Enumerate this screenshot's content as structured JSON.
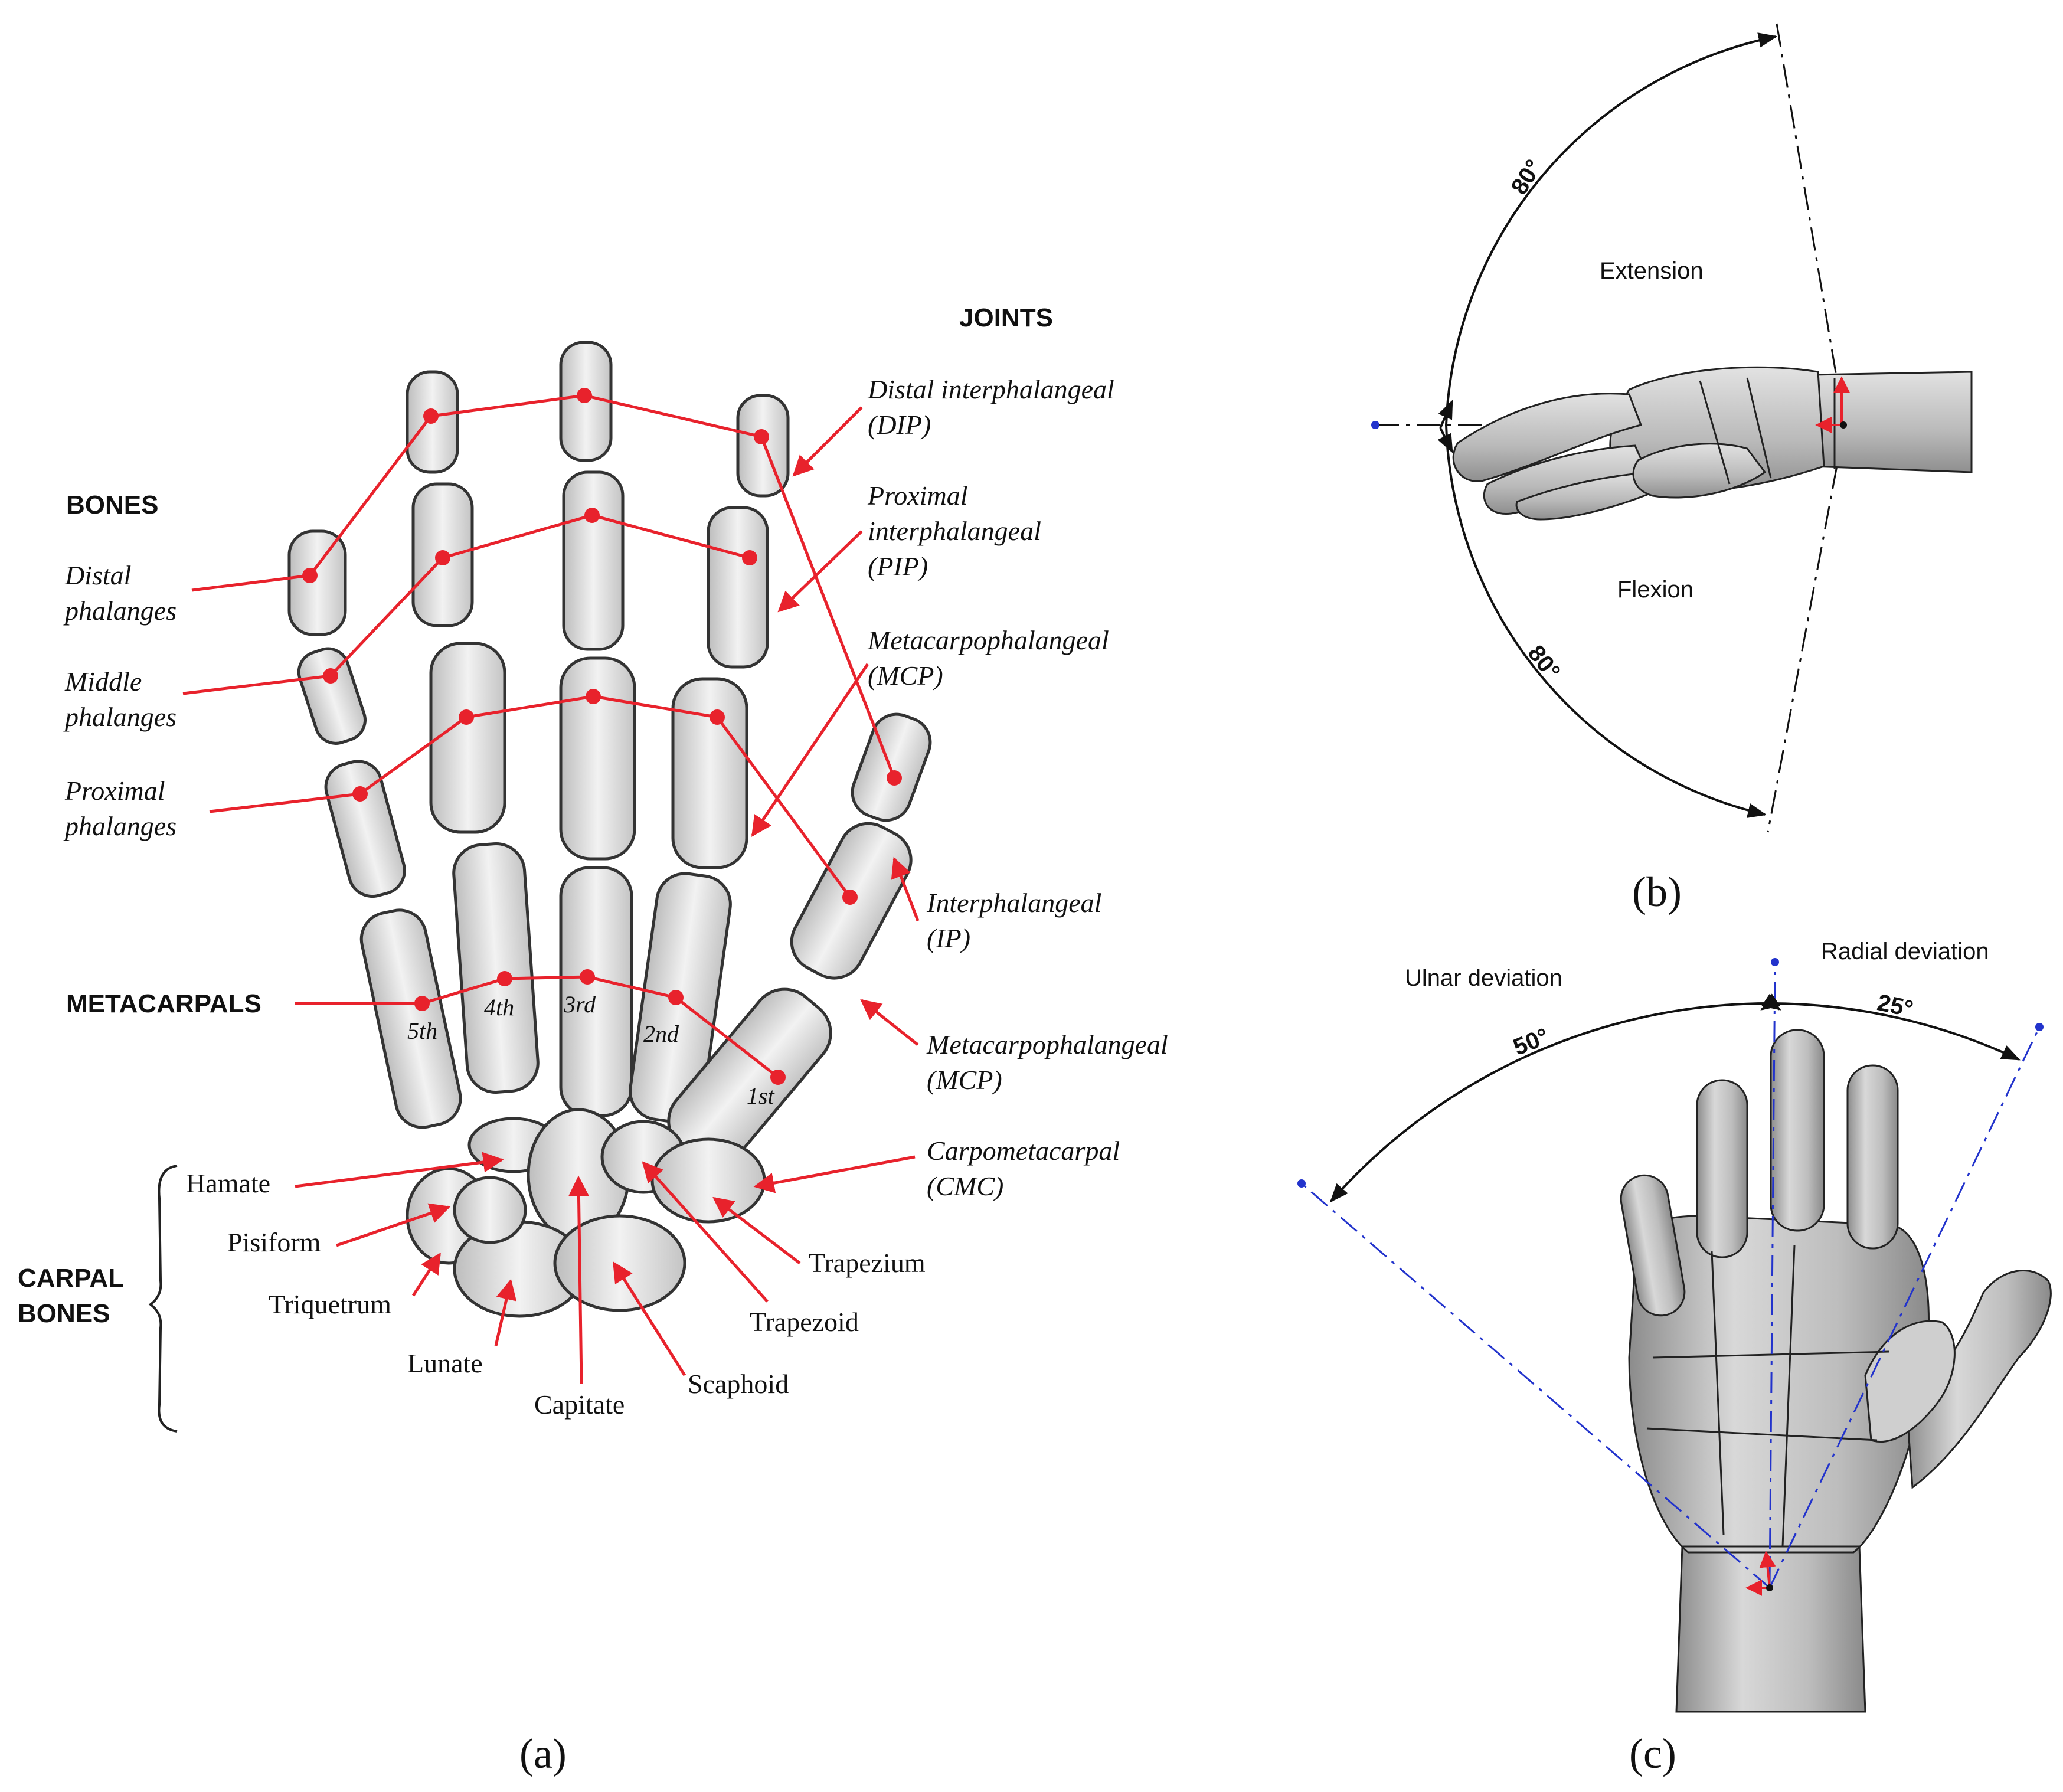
{
  "panel_a": {
    "caption": "(a)",
    "headings": {
      "bones": "BONES",
      "joints": "JOINTS",
      "metacarpals": "METACARPALS",
      "carpal_bones_1": "CARPAL",
      "carpal_bones_2": "BONES"
    },
    "bone_labels": {
      "distal_1": "Distal",
      "distal_2": "phalanges",
      "middle_1": "Middle",
      "middle_2": "phalanges",
      "proximal_1": "Proximal",
      "proximal_2": "phalanges"
    },
    "joint_labels": {
      "dip_1": "Distal interphalangeal",
      "dip_2": "(DIP)",
      "pip_1": "Proximal",
      "pip_2": "interphalangeal",
      "pip_3": "(PIP)",
      "mcp_1": "Metacarpophalangeal",
      "mcp_2": "(MCP)",
      "ip_1": "Interphalangeal",
      "ip_2": "(IP)",
      "mcp_thumb_1": "Metacarpophalangeal",
      "mcp_thumb_2": "(MCP)",
      "cmc_1": "Carpometacarpal",
      "cmc_2": "(CMC)"
    },
    "metacarpal_numbers": [
      "5th",
      "4th",
      "3rd",
      "2nd",
      "1st"
    ],
    "carpal_labels": {
      "hamate": "Hamate",
      "pisiform": "Pisiform",
      "triquetrum": "Triquetrum",
      "lunate": "Lunate",
      "capitate": "Capitate",
      "scaphoid": "Scaphoid",
      "trapezoid": "Trapezoid",
      "trapezium": "Trapezium"
    },
    "marker_color": "#e8222c"
  },
  "panel_b": {
    "caption": "(b)",
    "extension_label": "Extension",
    "flexion_label": "Flexion",
    "extension_angle": "80°",
    "flexion_angle": "80°"
  },
  "panel_c": {
    "caption": "(c)",
    "ulnar_label": "Ulnar deviation",
    "radial_label": "Radial deviation",
    "ulnar_angle": "50°",
    "radial_angle": "25°",
    "axis_color": "#2233cc"
  }
}
